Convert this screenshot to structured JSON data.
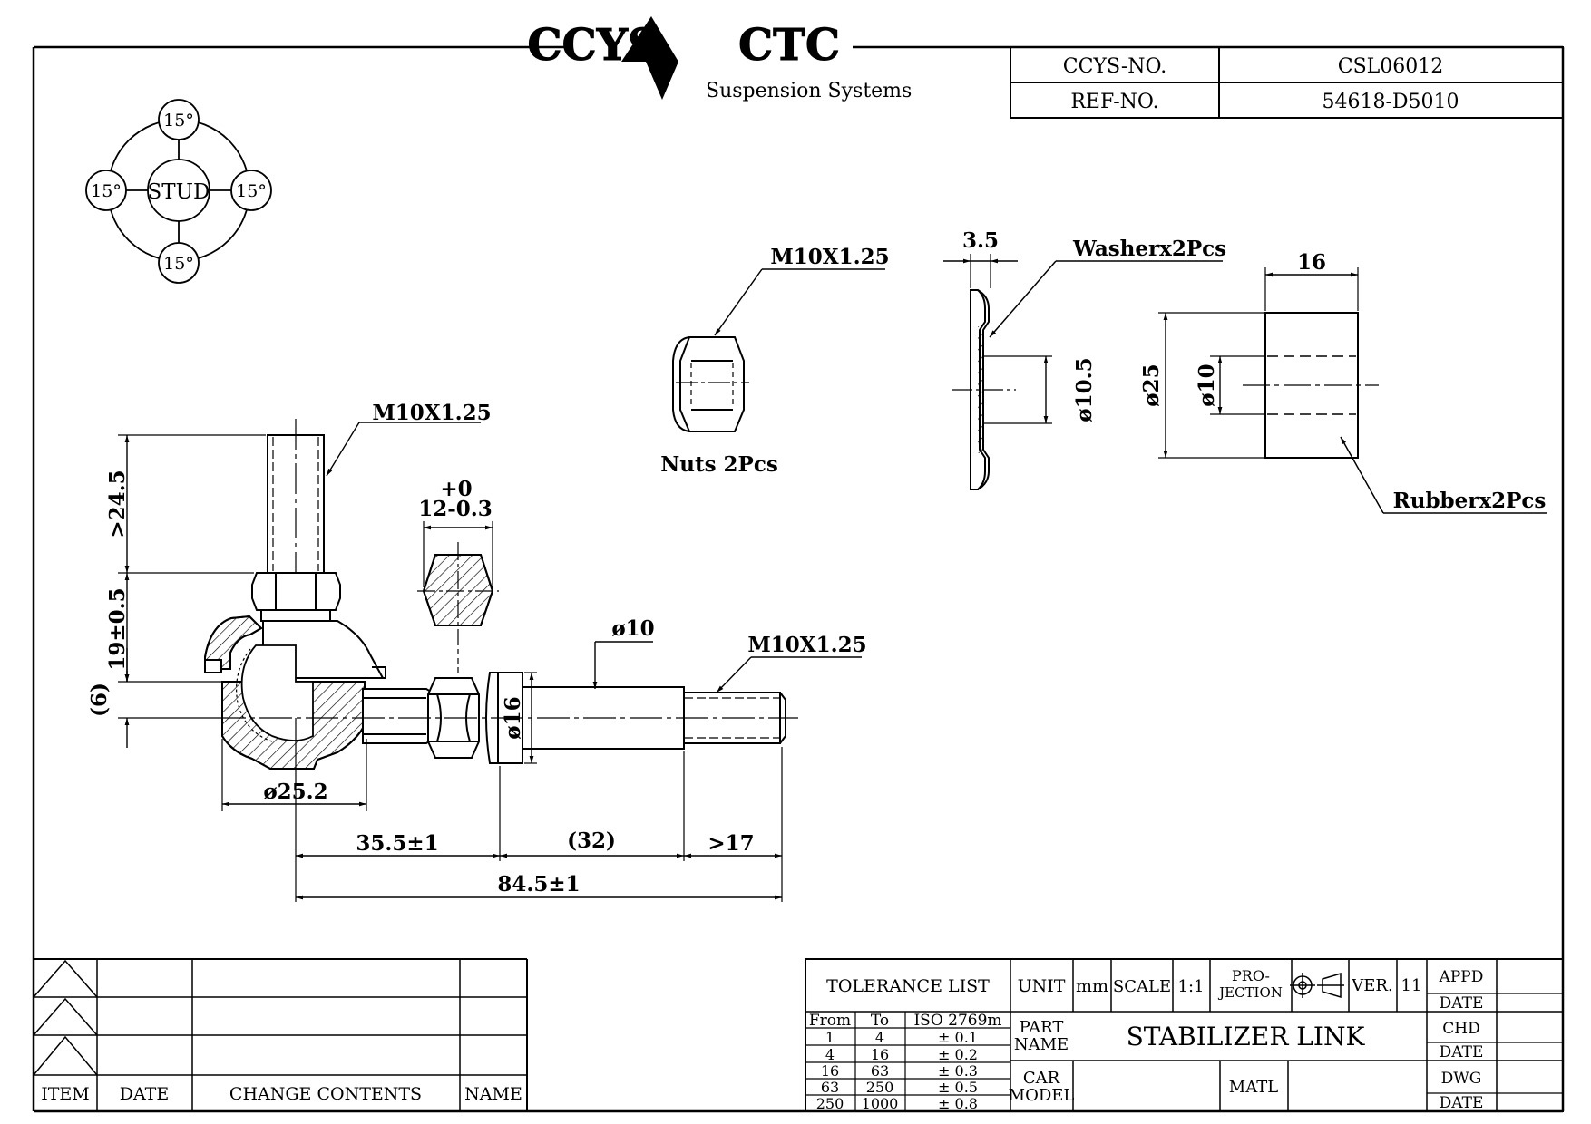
{
  "header": {
    "logo_left": "CCYS",
    "logo_right": "CTC",
    "brand_tagline": "Suspension Systems",
    "ccys_no_label": "CCYS-NO.",
    "ccys_no_value": "CSL06012",
    "ref_no_label": "REF-NO.",
    "ref_no_value": "54618-D5010"
  },
  "stud_angles": {
    "center": "STUD",
    "top": "15°",
    "left": "15°",
    "right": "15°",
    "bottom": "15°"
  },
  "main_view": {
    "stud_thread": "M10X1.25",
    "stud_length": ">24.5",
    "housing_height": "19±0.5",
    "offset": "(6)",
    "ball_diameter": "ø25.2",
    "hex_tol_top": "+0",
    "hex_size": "12-0.3",
    "shaft_diameter": "ø10",
    "collar_diameter": "ø16",
    "end_thread": "M10X1.25",
    "dim_center_to_collar": "35.5±1",
    "dim_shaft": "(32)",
    "dim_thread_end": ">17",
    "dim_overall": "84.5±1"
  },
  "nut_view": {
    "thread": "M10X1.25",
    "caption": "Nuts 2Pcs"
  },
  "washer_view": {
    "thickness": "3.5",
    "label": "Washerx2Pcs",
    "bore": "ø10.5"
  },
  "rubber_view": {
    "length": "16",
    "outer_diameter": "ø25",
    "inner_diameter": "ø10",
    "label": "Rubberx2Pcs"
  },
  "revision_table": {
    "headers": [
      "ITEM",
      "DATE",
      "CHANGE CONTENTS",
      "NAME"
    ]
  },
  "title_block": {
    "tolerance_title": "TOLERANCE LIST",
    "tolerance_headers": [
      "From",
      "To",
      "ISO 2769m"
    ],
    "tolerance_rows": [
      [
        "1",
        "4",
        "± 0.1"
      ],
      [
        "4",
        "16",
        "± 0.2"
      ],
      [
        "16",
        "63",
        "± 0.3"
      ],
      [
        "63",
        "250",
        "± 0.5"
      ],
      [
        "250",
        "1000",
        "± 0.8"
      ]
    ],
    "unit_label": "UNIT",
    "unit_value": "mm",
    "scale_label": "SCALE",
    "scale_value": "1:1",
    "projection_label_1": "PRO-",
    "projection_label_2": "JECTION",
    "ver_label": "VER.",
    "ver_value": "11",
    "part_name_label_1": "PART",
    "part_name_label_2": "NAME",
    "part_name_value": "STABILIZER LINK",
    "car_model_label_1": "CAR",
    "car_model_label_2": "MODEL",
    "matl_label": "MATL",
    "appd_label": "APPD",
    "chd_label": "CHD",
    "dwg_label": "DWG",
    "date_label_1": "DATE",
    "date_label_2": "DATE",
    "date_label_3": "DATE"
  }
}
